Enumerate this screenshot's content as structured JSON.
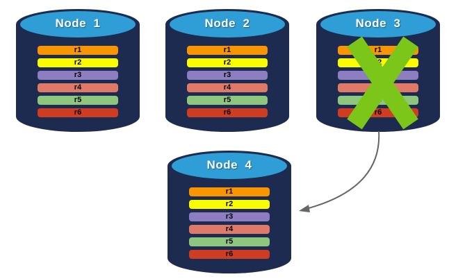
{
  "palette": {
    "cylinder_body": "#1C2B4F",
    "cylinder_top": "#2F9ED6",
    "node_label_color": "#FFFFFF",
    "cross_color": "#7BC618",
    "arrow_color": "#666666"
  },
  "nodes": [
    {
      "label": "Node  1",
      "crossed_out": false,
      "rows": [
        {
          "label": "r1",
          "color": "#F99500"
        },
        {
          "label": "r2",
          "color": "#FCFC00"
        },
        {
          "label": "r3",
          "color": "#8C7EC0"
        },
        {
          "label": "r4",
          "color": "#DF7A69"
        },
        {
          "label": "r5",
          "color": "#8FC67E"
        },
        {
          "label": "r6",
          "color": "#CE3D22"
        }
      ]
    },
    {
      "label": "Node  2",
      "crossed_out": false,
      "rows": [
        {
          "label": "r1",
          "color": "#F99500"
        },
        {
          "label": "r2",
          "color": "#FCFC00"
        },
        {
          "label": "r3",
          "color": "#8C7EC0"
        },
        {
          "label": "r4",
          "color": "#DF7A69"
        },
        {
          "label": "r5",
          "color": "#8FC67E"
        },
        {
          "label": "r6",
          "color": "#CE3D22"
        }
      ]
    },
    {
      "label": "Node  3",
      "crossed_out": true,
      "rows": [
        {
          "label": "r1",
          "color": "#F99500"
        },
        {
          "label": "r2",
          "color": "#FCFC00"
        },
        {
          "label": "r3",
          "color": "#8C7EC0"
        },
        {
          "label": "r4",
          "color": "#DF7A69"
        },
        {
          "label": "r5",
          "color": "#8FC67E"
        },
        {
          "label": "r6",
          "color": "#CE3D22"
        }
      ]
    },
    {
      "label": "Node  4",
      "crossed_out": false,
      "rows": [
        {
          "label": "r1",
          "color": "#F99500"
        },
        {
          "label": "r2",
          "color": "#FCFC00"
        },
        {
          "label": "r3",
          "color": "#8C7EC0"
        },
        {
          "label": "r4",
          "color": "#DF7A69"
        },
        {
          "label": "r5",
          "color": "#8FC67E"
        },
        {
          "label": "r6",
          "color": "#CE3D22"
        }
      ]
    }
  ],
  "arrow": {
    "from": "Node 3",
    "to": "Node 4"
  }
}
